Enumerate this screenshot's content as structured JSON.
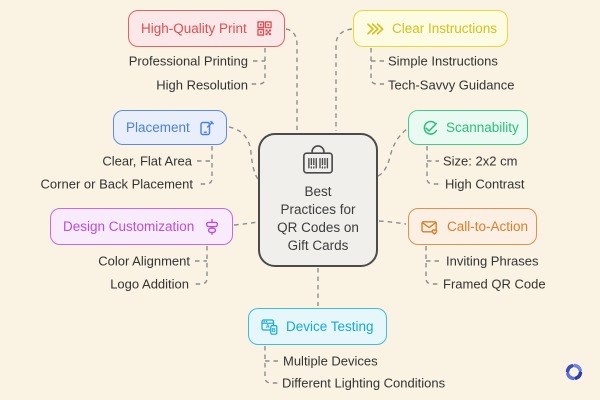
{
  "diagram": {
    "center": {
      "icon": "gift-card-barcode-icon",
      "lines": [
        "Best",
        "Practices for",
        "QR Codes on",
        "Gift Cards"
      ]
    },
    "branches": [
      {
        "id": "high-quality-print",
        "label": "High-Quality Print",
        "icon": "qr-code-icon",
        "color": "#DE4F4F",
        "border": "#E46262",
        "bg": "#FBE8E8",
        "items": [
          "Professional Printing",
          "High Resolution"
        ]
      },
      {
        "id": "clear-instructions",
        "label": "Clear Instructions",
        "icon": "triple-chevron-icon",
        "color": "#D4C11F",
        "border": "#E8D83E",
        "bg": "#FDFBE2",
        "items": [
          "Simple Instructions",
          "Tech-Savvy Guidance"
        ]
      },
      {
        "id": "placement",
        "label": "Placement",
        "icon": "phone-edit-icon",
        "color": "#4C7FDE",
        "border": "#5C8BE0",
        "bg": "#E8EFFB",
        "items": [
          "Clear, Flat Area",
          "Corner or Back Placement"
        ]
      },
      {
        "id": "scannability",
        "label": "Scannability",
        "icon": "eye-check-icon",
        "color": "#2BBD7E",
        "border": "#46C98E",
        "bg": "#E9FAF2",
        "items": [
          "Size: 2x2 cm",
          "High Contrast"
        ]
      },
      {
        "id": "design-customization",
        "label": "Design Customization",
        "icon": "align-center-icon",
        "color": "#BA4EDB",
        "border": "#C76AE2",
        "bg": "#F8EBFB",
        "items": [
          "Color Alignment",
          "Logo Addition"
        ]
      },
      {
        "id": "call-to-action",
        "label": "Call-to-Action",
        "icon": "mail-heart-icon",
        "color": "#DB7E2B",
        "border": "#E0904F",
        "bg": "#FBF0E3",
        "items": [
          "Inviting Phrases",
          "Framed QR Code"
        ]
      },
      {
        "id": "device-testing",
        "label": "Device Testing",
        "icon": "ab-devices-icon",
        "color": "#15A9D8",
        "border": "#3FBCE2",
        "bg": "#E5F7FB",
        "items": [
          "Multiple Devices",
          "Different Lighting Conditions"
        ]
      }
    ],
    "colors": {
      "background": "#FAF3E3",
      "connector": "#8D8D8D",
      "center_bg": "#F0EFEC",
      "center_border": "#4B4B4B",
      "item_text": "#333333"
    },
    "watermark_icon": "whimsical-pinwheel-logo"
  }
}
